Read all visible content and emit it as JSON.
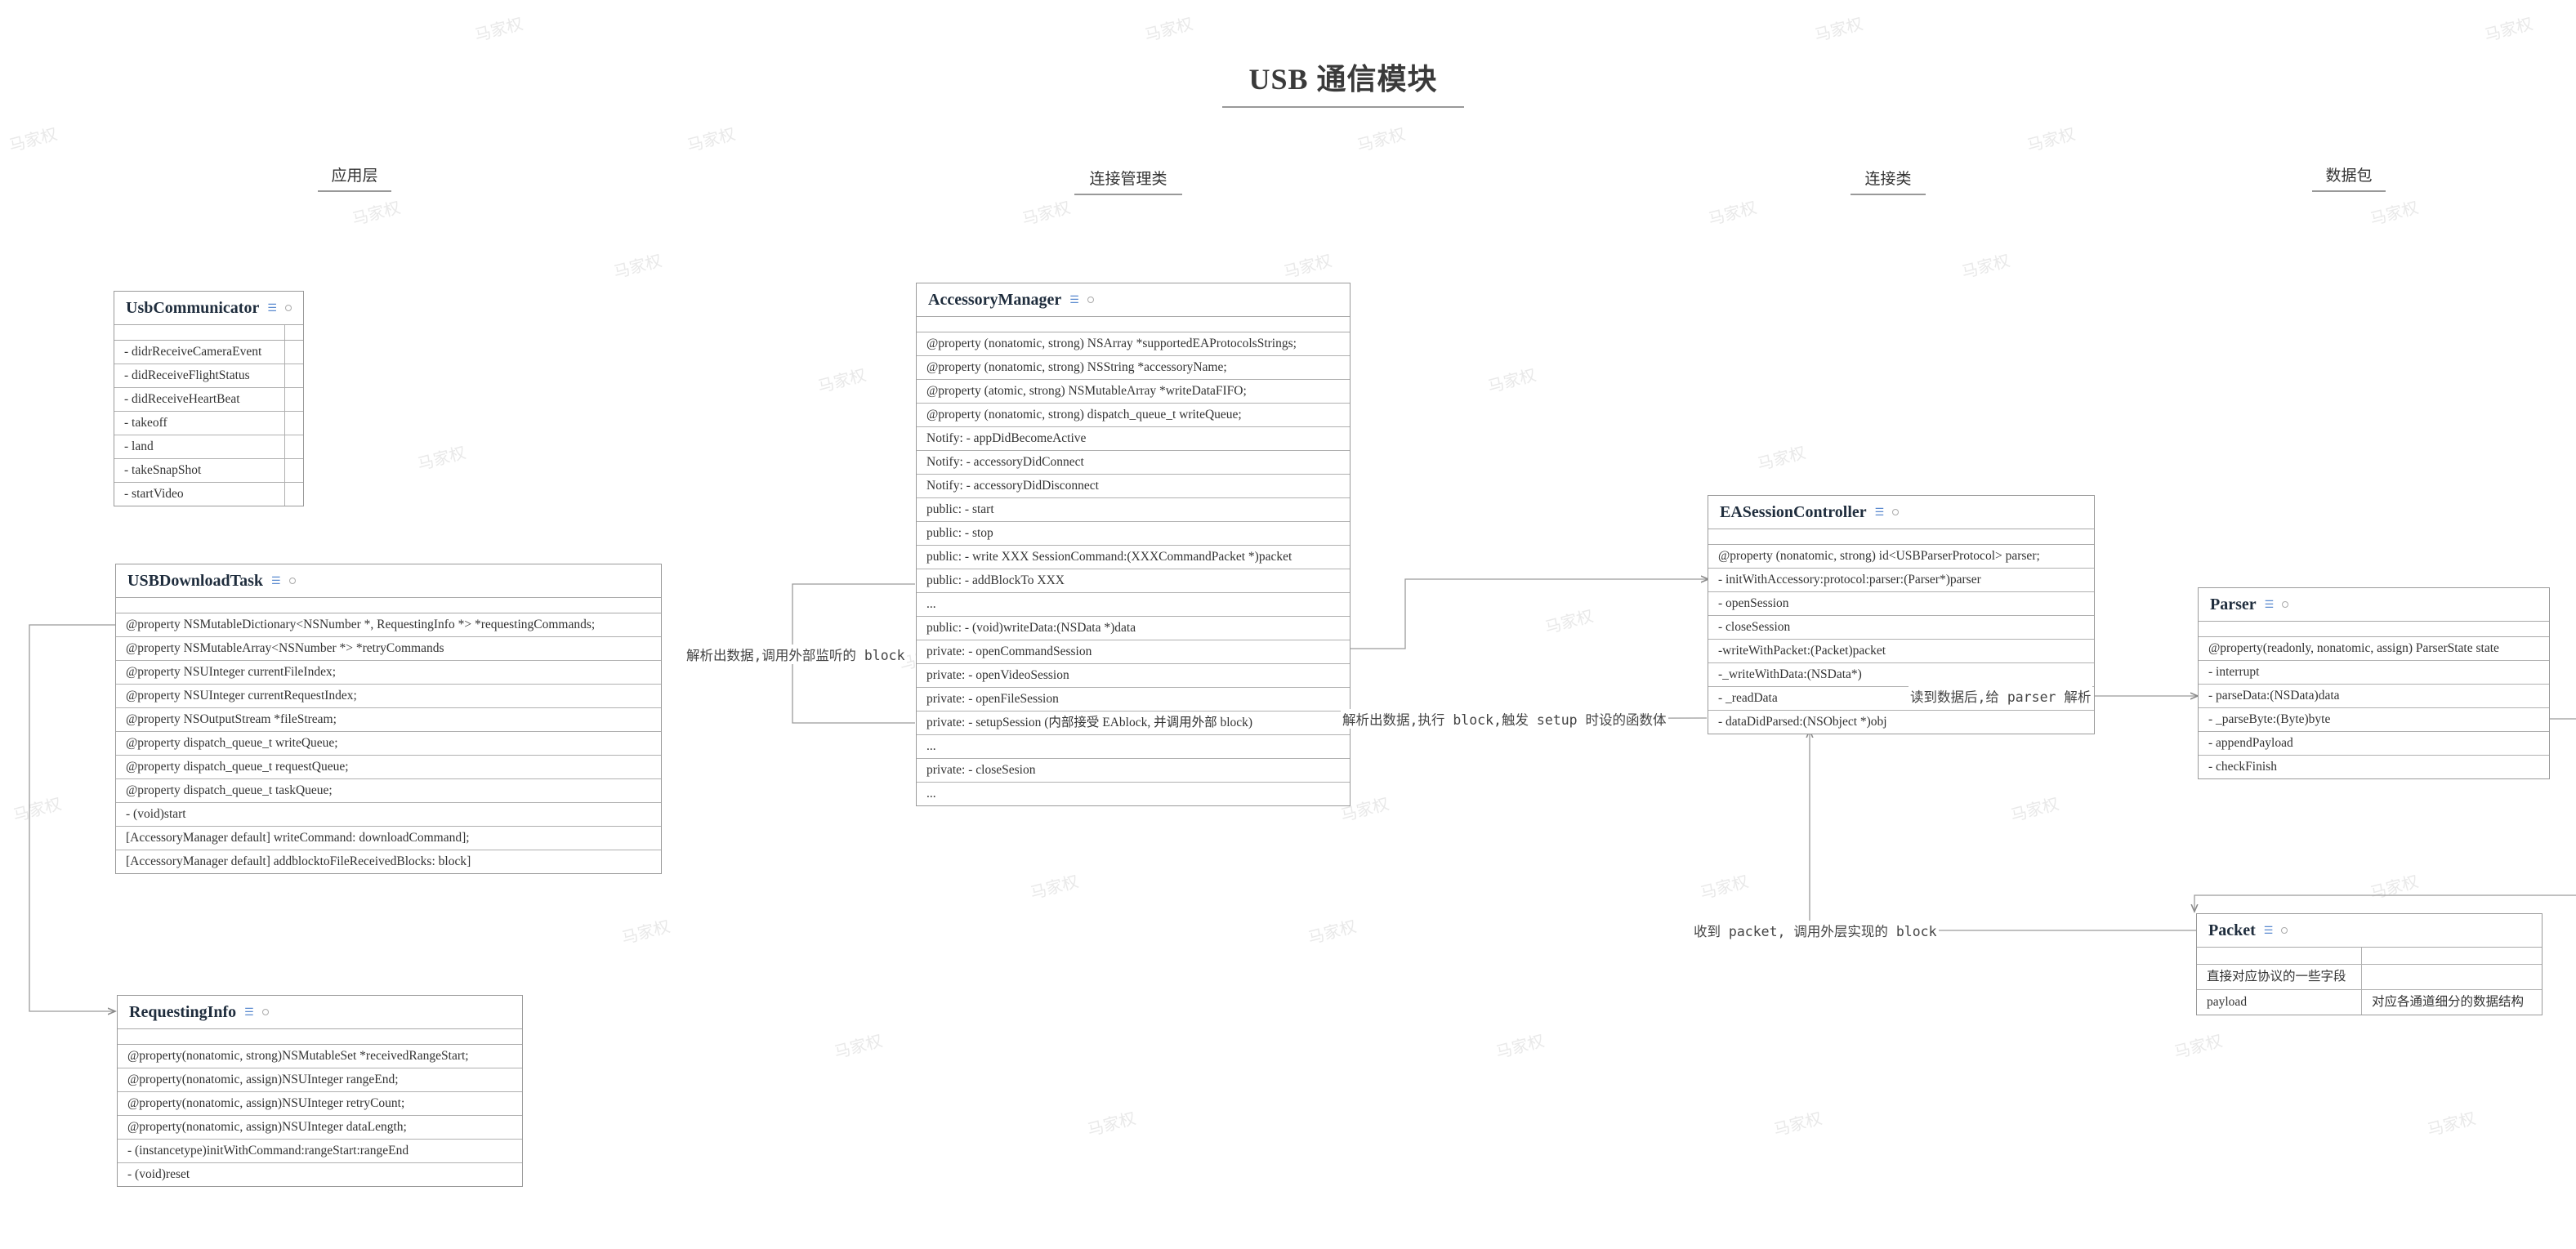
{
  "watermark": "马家权",
  "title": "USB 通信模块",
  "layers": {
    "app": "应用层",
    "conn_mgr": "连接管理类",
    "conn": "连接类",
    "packet": "数据包"
  },
  "usbCommunicator": {
    "name": "UsbCommunicator",
    "rows": [
      "- didrReceiveCameraEvent",
      "- didReceiveFlightStatus",
      "- didReceiveHeartBeat",
      "- takeoff",
      "- land",
      "- takeSnapShot",
      "- startVideo"
    ]
  },
  "usbDownloadTask": {
    "name": "USBDownloadTask",
    "rows": [
      "@property NSMutableDictionary<NSNumber *, RequestingInfo *> *requestingCommands;",
      "@property NSMutableArray<NSNumber *> *retryCommands",
      "@property NSUInteger currentFileIndex;",
      "@property NSUInteger currentRequestIndex;",
      "@property  NSOutputStream *fileStream;",
      "@property  dispatch_queue_t writeQueue;",
      "@property dispatch_queue_t requestQueue;",
      "@property  dispatch_queue_t taskQueue;",
      "- (void)start",
      "[AccessoryManager default] writeCommand: downloadCommand];",
      "[AccessoryManager default] addblocktoFileReceivedBlocks: block]"
    ]
  },
  "requestingInfo": {
    "name": "RequestingInfo",
    "rows": [
      "@property(nonatomic, strong)NSMutableSet *receivedRangeStart;",
      "@property(nonatomic, assign)NSUInteger rangeEnd;",
      "@property(nonatomic, assign)NSUInteger retryCount;",
      "@property(nonatomic, assign)NSUInteger dataLength;",
      "- (instancetype)initWithCommand:rangeStart:rangeEnd",
      "- (void)reset"
    ]
  },
  "accessoryManager": {
    "name": "AccessoryManager",
    "rows": [
      "@property (nonatomic, strong) NSArray *supportedEAProtocolsStrings;",
      "@property (nonatomic, strong) NSString *accessoryName;",
      "@property (atomic, strong) NSMutableArray *writeDataFIFO;",
      "@property (nonatomic, strong) dispatch_queue_t writeQueue;",
      "Notify: - appDidBecomeActive",
      "Notify: - accessoryDidConnect",
      "Notify: - accessoryDidDisconnect",
      "public: - start",
      "public: - stop",
      "public: - write XXX SessionCommand:(XXXCommandPacket *)packet",
      "public: - addBlockTo XXX",
      "...",
      "public: - (void)writeData:(NSData *)data",
      "private: - openCommandSession",
      "private: - openVideoSession",
      "private: - openFileSession",
      "private: - setupSession (内部接受 EAblock, 并调用外部 block)",
      "...",
      "private: - closeSesion",
      "..."
    ]
  },
  "eaSessionController": {
    "name": "EASessionController",
    "rows": [
      "@property (nonatomic, strong) id<USBParserProtocol> parser;",
      "- initWithAccessory:protocol:parser:(Parser*)parser",
      "- openSession",
      "- closeSession",
      "-writeWithPacket:(Packet)packet",
      "-_writeWithData:(NSData*)",
      "- _readData",
      "- dataDidParsed:(NSObject *)obj"
    ]
  },
  "parser": {
    "name": "Parser",
    "rows": [
      "@property(readonly, nonatomic, assign) ParserState state",
      "- interrupt",
      "- parseData:(NSData)data",
      "- _parseByte:(Byte)byte",
      "- appendPayload",
      "- checkFinish"
    ]
  },
  "packet": {
    "name": "Packet",
    "rows": [
      {
        "c1": "直接对应协议的一些字段",
        "c2": ""
      },
      {
        "c1": "payload",
        "c2": "对应各通道细分的数据结构"
      }
    ]
  },
  "labels": {
    "parse_listen": "解析出数据,调用外部监听的 block",
    "parse_exec": "解析出数据,执行 block,触发 setup 时设的函数体",
    "read_parse": "读到数据后,给 parser 解析",
    "recv_packet": "收到 packet, 调用外层实现的 block"
  }
}
